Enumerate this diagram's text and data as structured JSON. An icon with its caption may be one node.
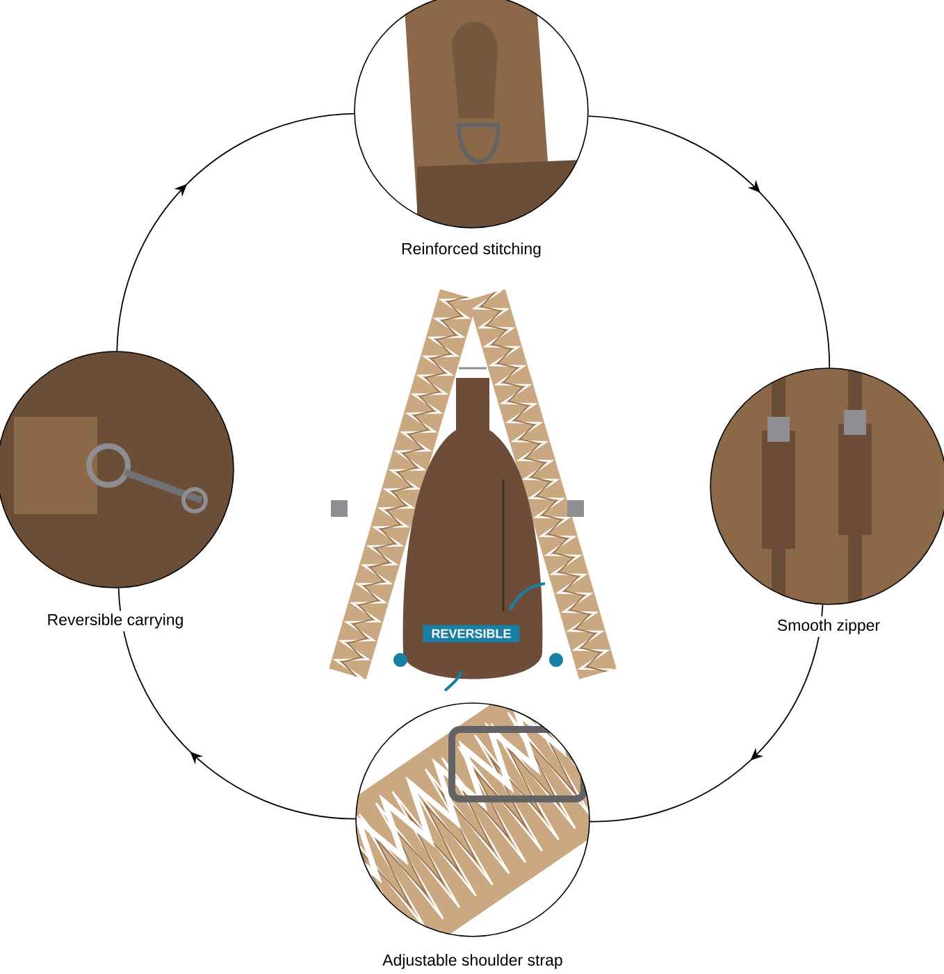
{
  "diagram": {
    "nodes": [
      {
        "text": [
          "Reinforced stitching"
        ]
      },
      {
        "text": [
          "Reversible carrying"
        ]
      },
      {
        "text": [
          "Smooth zipper"
        ]
      },
      {
        "text": [
          "Adjustable shoulder strap"
        ]
      }
    ],
    "edges": [
      {
        "from": 1,
        "to": 0,
        "arrow": "to"
      },
      {
        "from": 0,
        "to": 2,
        "arrow": "to"
      },
      {
        "from": 2,
        "to": 3,
        "arrow": "to"
      },
      {
        "from": 3,
        "to": 1,
        "arrow": "to"
      }
    ],
    "labels": [
      "REVERSIBLE"
    ]
  }
}
